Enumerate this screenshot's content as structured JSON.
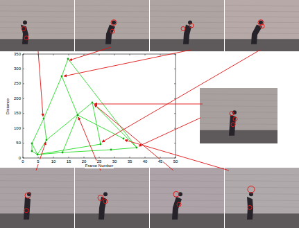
{
  "diagram": {
    "labels": [
      "350",
      "300",
      "250",
      "200",
      "150",
      "100",
      "50",
      "0",
      "0",
      "5",
      "10",
      "15",
      "20",
      "25",
      "30",
      "35",
      "40",
      "45",
      "50",
      "Frame Number",
      "Distance"
    ]
  }
}
